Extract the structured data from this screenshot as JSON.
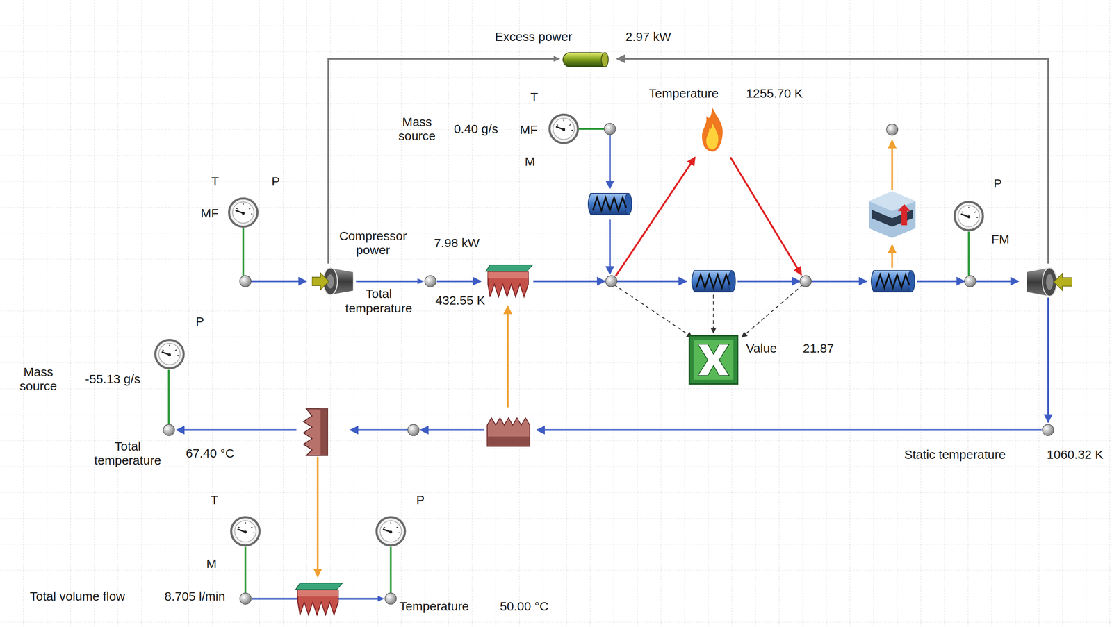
{
  "diagram": {
    "nodes": [
      {
        "text": [
          "Excess power",
          "2.97 kW"
        ]
      },
      {
        "text": [
          "Mass source",
          "0.40 g/s"
        ]
      },
      {
        "text": [
          "Compressor power",
          "7.98 kW"
        ]
      },
      {
        "text": [
          "Total temperature",
          "432.55 K"
        ]
      },
      {
        "text": [
          "Temperature",
          "1255.70 K"
        ]
      },
      {
        "text": [
          "Value",
          "21.87"
        ]
      },
      {
        "text": [
          "Static temperature",
          "1060.32 K"
        ]
      },
      {
        "text": [
          "Mass source",
          "-55.13 g/s"
        ]
      },
      {
        "text": [
          "Total temperature",
          "67.40 °C"
        ]
      },
      {
        "text": [
          "Total volume flow",
          "8.705 l/min"
        ]
      },
      {
        "text": [
          "Temperature",
          "50.00 °C"
        ]
      }
    ],
    "edges": [
      {
        "from": 2,
        "to": 0,
        "arrow": "to"
      },
      {
        "from": 2,
        "to": 3,
        "arrow": "to"
      },
      {
        "from": 8,
        "to": 7,
        "arrow": "none"
      },
      {
        "from": 9,
        "to": 10,
        "arrow": "to"
      }
    ],
    "labels": [
      "T",
      "MF",
      "M",
      "T",
      "P",
      "MF",
      "P",
      "FM",
      "P",
      "T",
      "M",
      "P"
    ]
  }
}
